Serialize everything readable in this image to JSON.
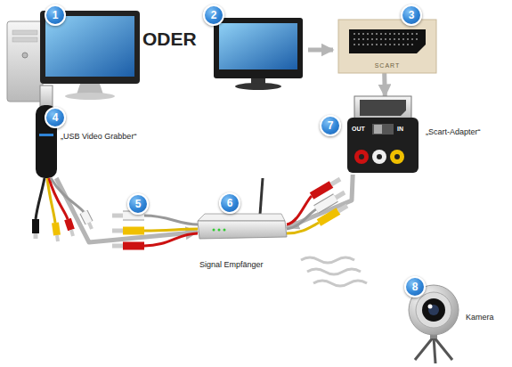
{
  "diagram": {
    "nodes": [
      {
        "text": [
          "SCART"
        ]
      },
      {
        "text": [
          "„Scart-Adapter“",
          "OUT",
          "IN"
        ]
      },
      {
        "text": [
          "„USB Video Grabber“"
        ]
      },
      {
        "text": [
          "Signal Empfänger"
        ]
      },
      {
        "text": [
          "Kamera"
        ]
      }
    ],
    "edges": [
      {
        "from": 0,
        "to": 1,
        "arrow": "to"
      },
      {
        "from": 1,
        "to": 3,
        "arrow": "to"
      },
      {
        "from": 2,
        "to": 3,
        "arrow": "to"
      }
    ],
    "labels": [
      "1",
      "ODER",
      "2",
      "3",
      "4",
      "7",
      "5",
      "6",
      "8"
    ]
  }
}
